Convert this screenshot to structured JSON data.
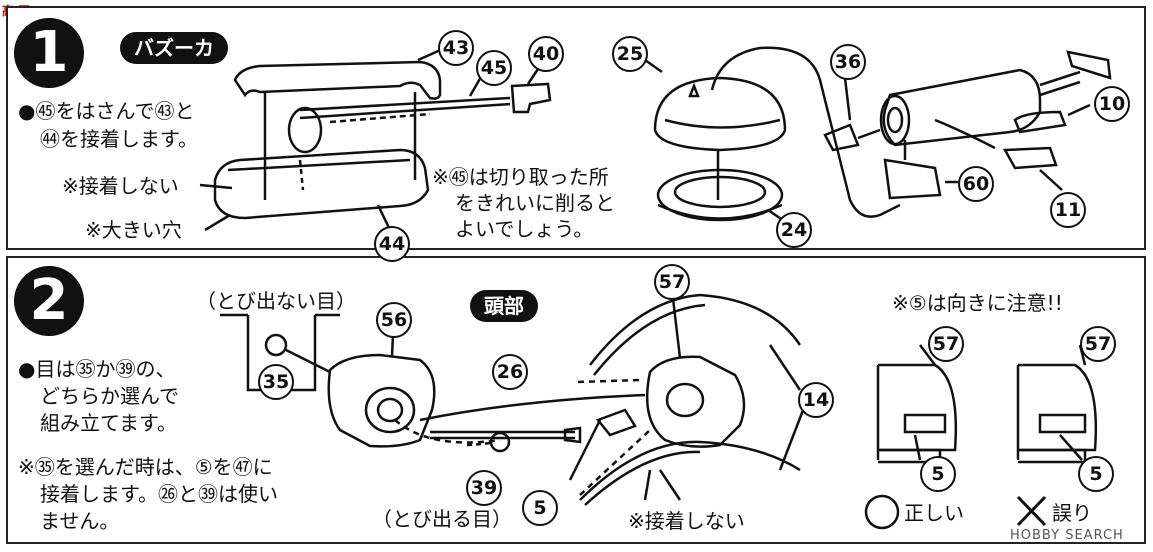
{
  "logo": {
    "text": "高 図"
  },
  "step1": {
    "number": "1",
    "title": "バズーカ",
    "instructions": [
      "●㊺をはさんで㊸と",
      "㊹を接着します。"
    ],
    "note_no_glue": "※接着しない",
    "note_big_hole": "※大きい穴",
    "note_cut": [
      "※㊺は切り取った所",
      "をきれいに削ると",
      "よいでしょう。"
    ],
    "parts": {
      "p43": "43",
      "p45": "45",
      "p40": "40",
      "p44": "44",
      "p25": "25",
      "p24": "24",
      "p36": "36",
      "p10": "10",
      "p60": "60",
      "p11": "11"
    }
  },
  "step2": {
    "number": "2",
    "title": "頭部",
    "eye_closed": "（とび出ない目）",
    "eye_open": "（とび出る目）",
    "instructions": [
      "●目は㉟か㊴の、",
      "どちらか選んで",
      "組み立てます。"
    ],
    "note_choose": [
      "※㉟を選んだ時は、⑤を㊼に",
      "接着します。㉖と㊴は使い",
      "ません。"
    ],
    "note_no_glue": "※接着しない",
    "note_orientation": "※⑤は向きに注意!!",
    "correct_label": "正しい",
    "wrong_label": "誤り",
    "parts": {
      "p35": "35",
      "p56": "56",
      "p26": "26",
      "p39": "39",
      "p5a": "5",
      "p57a": "57",
      "p14": "14",
      "p57b": "57",
      "p5b": "5",
      "p57c": "57",
      "p5c": "5"
    }
  },
  "watermark": "HOBBY SEARCH"
}
